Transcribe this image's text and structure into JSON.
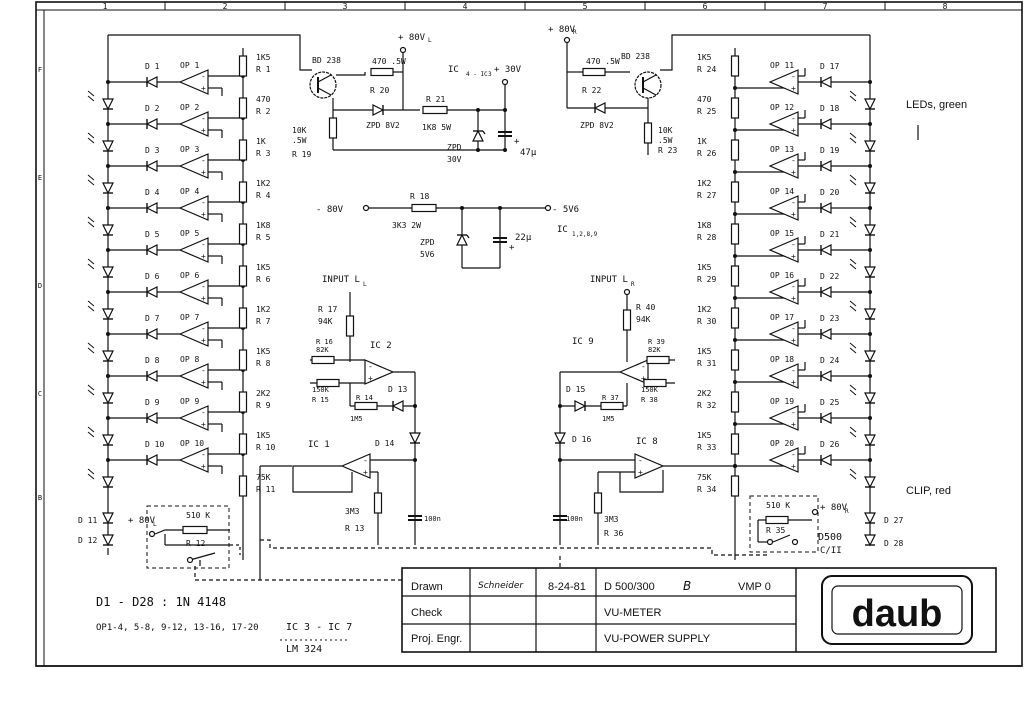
{
  "column_labels": [
    "1",
    "2",
    "3",
    "4",
    "5",
    "6",
    "7",
    "8"
  ],
  "row_labels": [
    "F",
    "E",
    "D",
    "C",
    "B"
  ],
  "supply": {
    "v_left": "+ 80V",
    "v_left_sub": "L",
    "v_right": "+ 80V",
    "v_right_sub": "R",
    "plus30": "+ 30V",
    "minus80": "- 80V",
    "minus5v6": "- 5V6",
    "ic_left": "IC",
    "ic_left_sub": "4 - IC",
    "ic_left_sub2": "3",
    "ic_mid": "IC",
    "ic_mid_sub": "1,2,8,9"
  },
  "power_parts": {
    "tr_left": "BD 238",
    "tr_right": "BD 238",
    "r20_val": "470 .5W",
    "r20": "R 20",
    "r22_val": "470 .5W",
    "r22": "R 22",
    "zpd_left": "ZPD 8V2",
    "zpd_right": "ZPD 8V2",
    "r19_val1": "10K",
    "r19_val2": ".5W",
    "r19": "R 19",
    "r23_val1": "10K",
    "r23_val2": ".5W",
    "r23": "R 23",
    "r21": "R 21",
    "r21_val": "1K8 5W",
    "zpd30_1": "ZPD",
    "zpd30_2": "30V",
    "c47": "47µ",
    "r18": "R 18",
    "r18_val": "3K3 2W",
    "zpd56_1": "ZPD",
    "zpd56_2": "5V6",
    "c22": "22µ"
  },
  "left_ladder": {
    "op_labels": [
      "OP 1",
      "OP 2",
      "OP 3",
      "OP 4",
      "OP 5",
      "OP 6",
      "OP 7",
      "OP 8",
      "OP 9",
      "OP 10"
    ],
    "d_labels": [
      "D 1",
      "D 2",
      "D 3",
      "D 4",
      "D 5",
      "D 6",
      "D 7",
      "D 8",
      "D 9",
      "D 10"
    ],
    "r_values": [
      "1K5",
      "470",
      "1K",
      "1K2",
      "1K8",
      "1K5",
      "1K2",
      "1K5",
      "2K2",
      "1K5",
      "75K"
    ],
    "r_names": [
      "R 1",
      "R 2",
      "R 3",
      "R 4",
      "R 5",
      "R 6",
      "R 7",
      "R 8",
      "R 9",
      "R 10",
      "R 11"
    ],
    "d11": "D 11",
    "d12": "D 12"
  },
  "right_ladder": {
    "op_labels": [
      "OP 11",
      "OP 12",
      "OP 13",
      "OP 14",
      "OP 15",
      "OP 16",
      "OP 17",
      "OP 18",
      "OP 19",
      "OP 20"
    ],
    "d_labels": [
      "D 17",
      "D 18",
      "D 19",
      "D 20",
      "D 21",
      "D 22",
      "D 23",
      "D 24",
      "D 25",
      "D 26"
    ],
    "r_values": [
      "1K5",
      "470",
      "1K",
      "1K2",
      "1K8",
      "1K5",
      "1K2",
      "1K5",
      "2K2",
      "1K5",
      "75K"
    ],
    "r_names": [
      "R 24",
      "R 25",
      "R 26",
      "R 27",
      "R 28",
      "R 29",
      "R 30",
      "R 31",
      "R 32",
      "R 33",
      "R 34"
    ],
    "d27": "D 27",
    "d28": "D 28"
  },
  "annotations": {
    "leds": "LEDs, green",
    "clip": "CLIP, red",
    "d500": "D500",
    "d500_sub": "C/II"
  },
  "left_input": {
    "label": "INPUT L",
    "label_sub": "L",
    "r17": "R 17",
    "r17_val": "94K",
    "r16": "R 16",
    "r16_val": "82K",
    "r15_val": "150K",
    "r15": "R 15",
    "r14": "R 14",
    "r14_val": "1M5",
    "ic2": "IC 2",
    "d13": "D 13",
    "d14": "D 14",
    "ic1": "IC 1",
    "r13_val": "3M3",
    "r13": "R 13",
    "c100": "100n",
    "r12_val": "510 K",
    "r12": "R 12",
    "v80": "+ 80V",
    "v80_sub": "L"
  },
  "right_input": {
    "label": "INPUT L",
    "label_sub": "R",
    "r40": "R 40",
    "r40_val": "94K",
    "r39": "R 39",
    "r39_val": "82K",
    "r38_val": "150K",
    "r38": "R 38",
    "r37": "R 37",
    "r37_val": "1M5",
    "ic9": "IC 9",
    "d15": "D 15",
    "d16": "D 16",
    "ic8": "IC 8",
    "r36_val": "3M3",
    "r36": "R 36",
    "c100": "100n",
    "r35_val": "510 K",
    "r35": "R 35",
    "v80": "+ 80V",
    "v80_sub": "R"
  },
  "notes": {
    "diodes": "D1 - D28  :  1N 4148",
    "ops": "OP1-4, 5-8, 9-12, 13-16, 17-20",
    "ic_range": "IC 3 - IC 7",
    "lm": "LM 324"
  },
  "title_block": {
    "drawn_label": "Drawn",
    "drawn_sig": "Schneider",
    "date": "8-24-81",
    "drawing_no": "D 500/300",
    "rev": "B",
    "vmp": "VMP 0",
    "check_label": "Check",
    "title1": "VU-METER",
    "proj_label": "Proj. Engr.",
    "title2": "VU-POWER  SUPPLY",
    "logo": "daub"
  }
}
